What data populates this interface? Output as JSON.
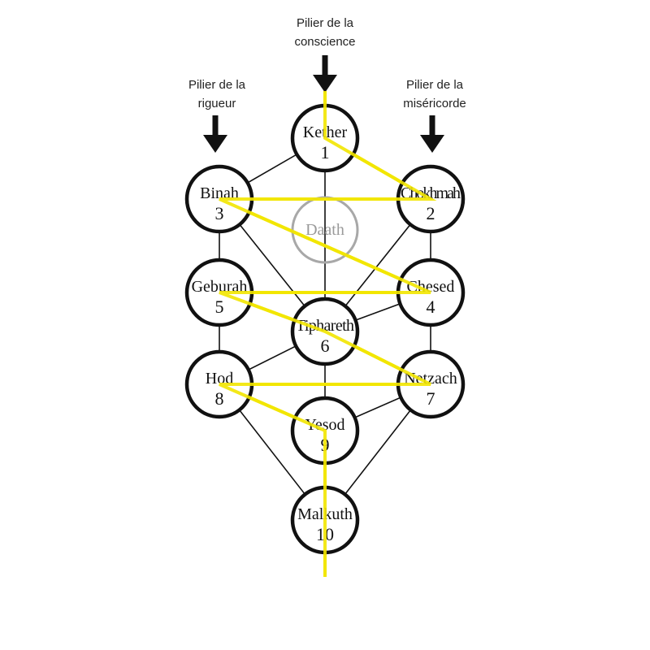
{
  "pillars": [
    {
      "id": "rigueur",
      "line1": "Pilier de la",
      "line2": "rigueur"
    },
    {
      "id": "conscience",
      "line1": "Pilier de la",
      "line2": "conscience"
    },
    {
      "id": "misericorde",
      "line1": "Pilier de la",
      "line2": "miséricorde"
    }
  ],
  "sephiroth": [
    {
      "id": "kether",
      "name": "Kether",
      "number": "1"
    },
    {
      "id": "chokhmah",
      "name": "Chokhmah",
      "number": "2"
    },
    {
      "id": "binah",
      "name": "Binah",
      "number": "3"
    },
    {
      "id": "daath",
      "name": "Daath",
      "number": ""
    },
    {
      "id": "chesed",
      "name": "Chesed",
      "number": "4"
    },
    {
      "id": "geburah",
      "name": "Geburah",
      "number": "5"
    },
    {
      "id": "tiphareth",
      "name": "Tiphareth",
      "number": "6"
    },
    {
      "id": "netzach",
      "name": "Netzach",
      "number": "7"
    },
    {
      "id": "hod",
      "name": "Hod",
      "number": "8"
    },
    {
      "id": "yesod",
      "name": "Yesod",
      "number": "9"
    },
    {
      "id": "malkuth",
      "name": "Malkuth",
      "number": "10"
    }
  ],
  "paths": [
    [
      "kether",
      "chokhmah"
    ],
    [
      "kether",
      "binah"
    ],
    [
      "kether",
      "tiphareth"
    ],
    [
      "chokhmah",
      "binah"
    ],
    [
      "chokhmah",
      "chesed"
    ],
    [
      "chokhmah",
      "tiphareth"
    ],
    [
      "binah",
      "geburah"
    ],
    [
      "binah",
      "tiphareth"
    ],
    [
      "chesed",
      "geburah"
    ],
    [
      "chesed",
      "tiphareth"
    ],
    [
      "chesed",
      "netzach"
    ],
    [
      "geburah",
      "tiphareth"
    ],
    [
      "geburah",
      "hod"
    ],
    [
      "tiphareth",
      "netzach"
    ],
    [
      "tiphareth",
      "hod"
    ],
    [
      "tiphareth",
      "yesod"
    ],
    [
      "netzach",
      "hod"
    ],
    [
      "netzach",
      "yesod"
    ],
    [
      "netzach",
      "malkuth"
    ],
    [
      "hod",
      "yesod"
    ],
    [
      "hod",
      "malkuth"
    ],
    [
      "yesod",
      "malkuth"
    ]
  ],
  "lightning_path": [
    "kether",
    "chokhmah",
    "binah",
    "chesed",
    "geburah",
    "tiphareth",
    "netzach",
    "hod",
    "yesod",
    "malkuth"
  ],
  "colors": {
    "node_stroke": "#111111",
    "daath_stroke": "#a8a8a8",
    "daath_text": "#9a9a9a",
    "path_line": "#111111",
    "lightning": "#f2e600",
    "arrow": "#111111"
  }
}
